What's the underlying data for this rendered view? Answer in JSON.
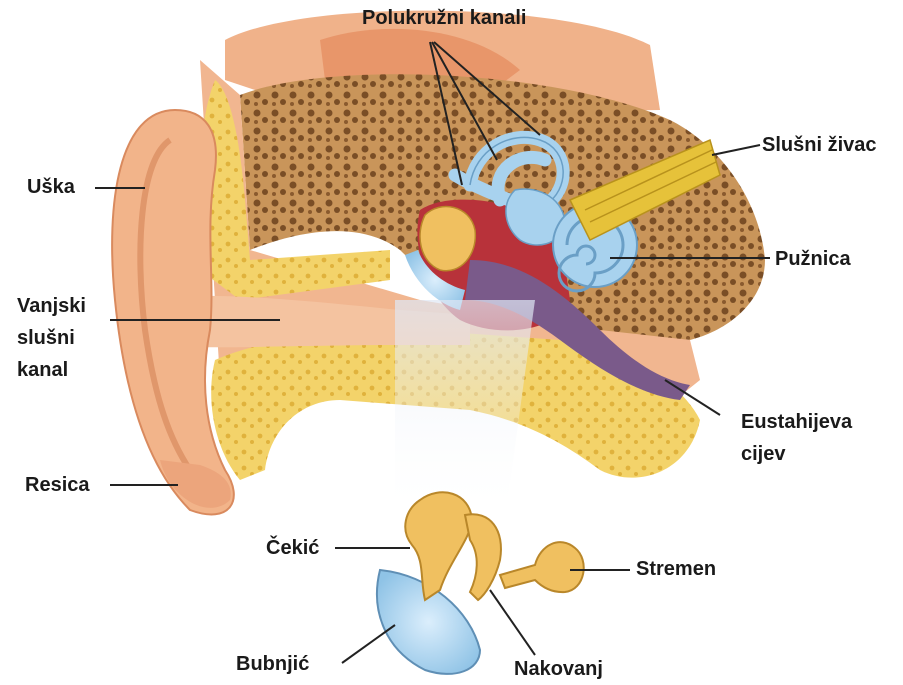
{
  "labels": {
    "polukruzni_kanali": "Polukružni kanali",
    "slusni_zivac": "Slušni živac",
    "uska": "Uška",
    "vanjski_line1": "Vanjski",
    "vanjski_line2": "slušni",
    "vanjski_line3": "kanal",
    "puznica": "Pužnica",
    "eustahijeva_line1": "Eustahijeva",
    "eustahijeva_line2": "cijev",
    "resica": "Resica",
    "cekic": "Čekić",
    "stremen": "Stremen",
    "bubnjic": "Bubnjić",
    "nakovanj": "Nakovanj"
  },
  "colors": {
    "skin": "#f2b48a",
    "skin_dark": "#d98a5e",
    "bone": "#f3d36a",
    "bone_dark": "#c99a2a",
    "spongy_bone": "#b8864a",
    "labyrinth": "#a8d2ee",
    "cavity_red": "#b8323a",
    "tube_purple": "#7a5a8a",
    "nerve": "#e6c23a",
    "ossicle": "#f0c060",
    "leader_line": "#222222"
  }
}
